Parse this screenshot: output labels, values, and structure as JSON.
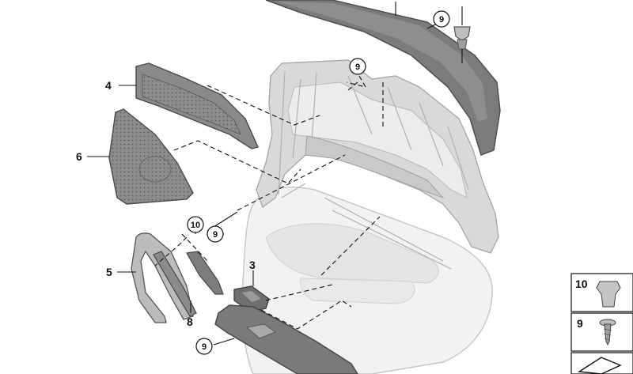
{
  "callouts": {
    "c3": "3",
    "c4": "4",
    "c5": "5",
    "c6": "6",
    "c8": "8"
  },
  "circled": {
    "top_right": "9",
    "upper_mid": "9",
    "left_10": "10",
    "left_9": "9",
    "bottom_9": "9"
  },
  "legend": {
    "item10": "10",
    "item9": "9"
  },
  "colors": {
    "trim_dark": "#7c7c7c",
    "trim_mid": "#9a9a9a",
    "carrier": "#d8d8d8",
    "panel": "#f1f1f1"
  }
}
